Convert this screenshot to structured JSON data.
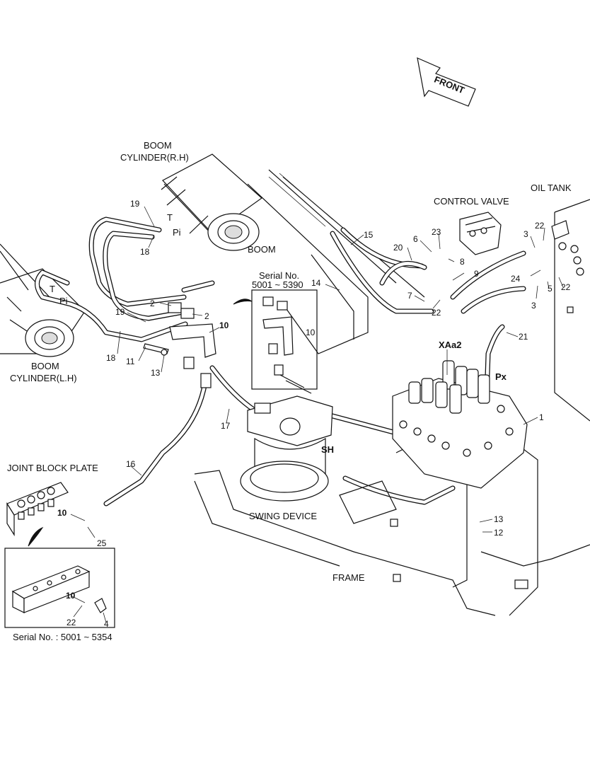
{
  "labels": {
    "front": "FRONT",
    "boom_cyl_rh_1": "BOOM",
    "boom_cyl_rh_2": "CYLINDER(R.H)",
    "boom_cyl_lh_1": "BOOM",
    "boom_cyl_lh_2": "CYLINDER(L.H)",
    "boom": "BOOM",
    "control_valve": "CONTROL VALVE",
    "oil_tank": "OIL TANK",
    "serial_inset_1": "Serial No.",
    "serial_inset_2": "5001 ~ 5390",
    "joint_block_plate": "JOINT BLOCK PLATE",
    "swing_device": "SWING DEVICE",
    "frame": "FRAME",
    "serial_bottom": "Serial No.  : 5001 ~ 5354",
    "port_t_1": "T",
    "port_pi_1": "Pi",
    "port_t_2": "T",
    "port_pi_2": "Pi",
    "port_xaa2": "XAa2",
    "port_px": "Px",
    "port_sh": "SH"
  },
  "callouts": {
    "n1": "1",
    "n2a": "2",
    "n2b": "2",
    "n3a": "3",
    "n3b": "3",
    "n4": "4",
    "n5": "5",
    "n6": "6",
    "n7": "7",
    "n8": "8",
    "n9": "9",
    "n10a": "10",
    "n10b": "10",
    "n10c": "10",
    "n10d": "10",
    "n11": "11",
    "n12": "12",
    "n13a": "13",
    "n13b": "13",
    "n14": "14",
    "n15": "15",
    "n16": "16",
    "n17": "17",
    "n18a": "18",
    "n18b": "18",
    "n19a": "19",
    "n19b": "19",
    "n20": "20",
    "n21": "21",
    "n22a": "22",
    "n22b": "22",
    "n22c": "22",
    "n22d": "22",
    "n23": "23",
    "n24": "24",
    "n25": "25"
  }
}
